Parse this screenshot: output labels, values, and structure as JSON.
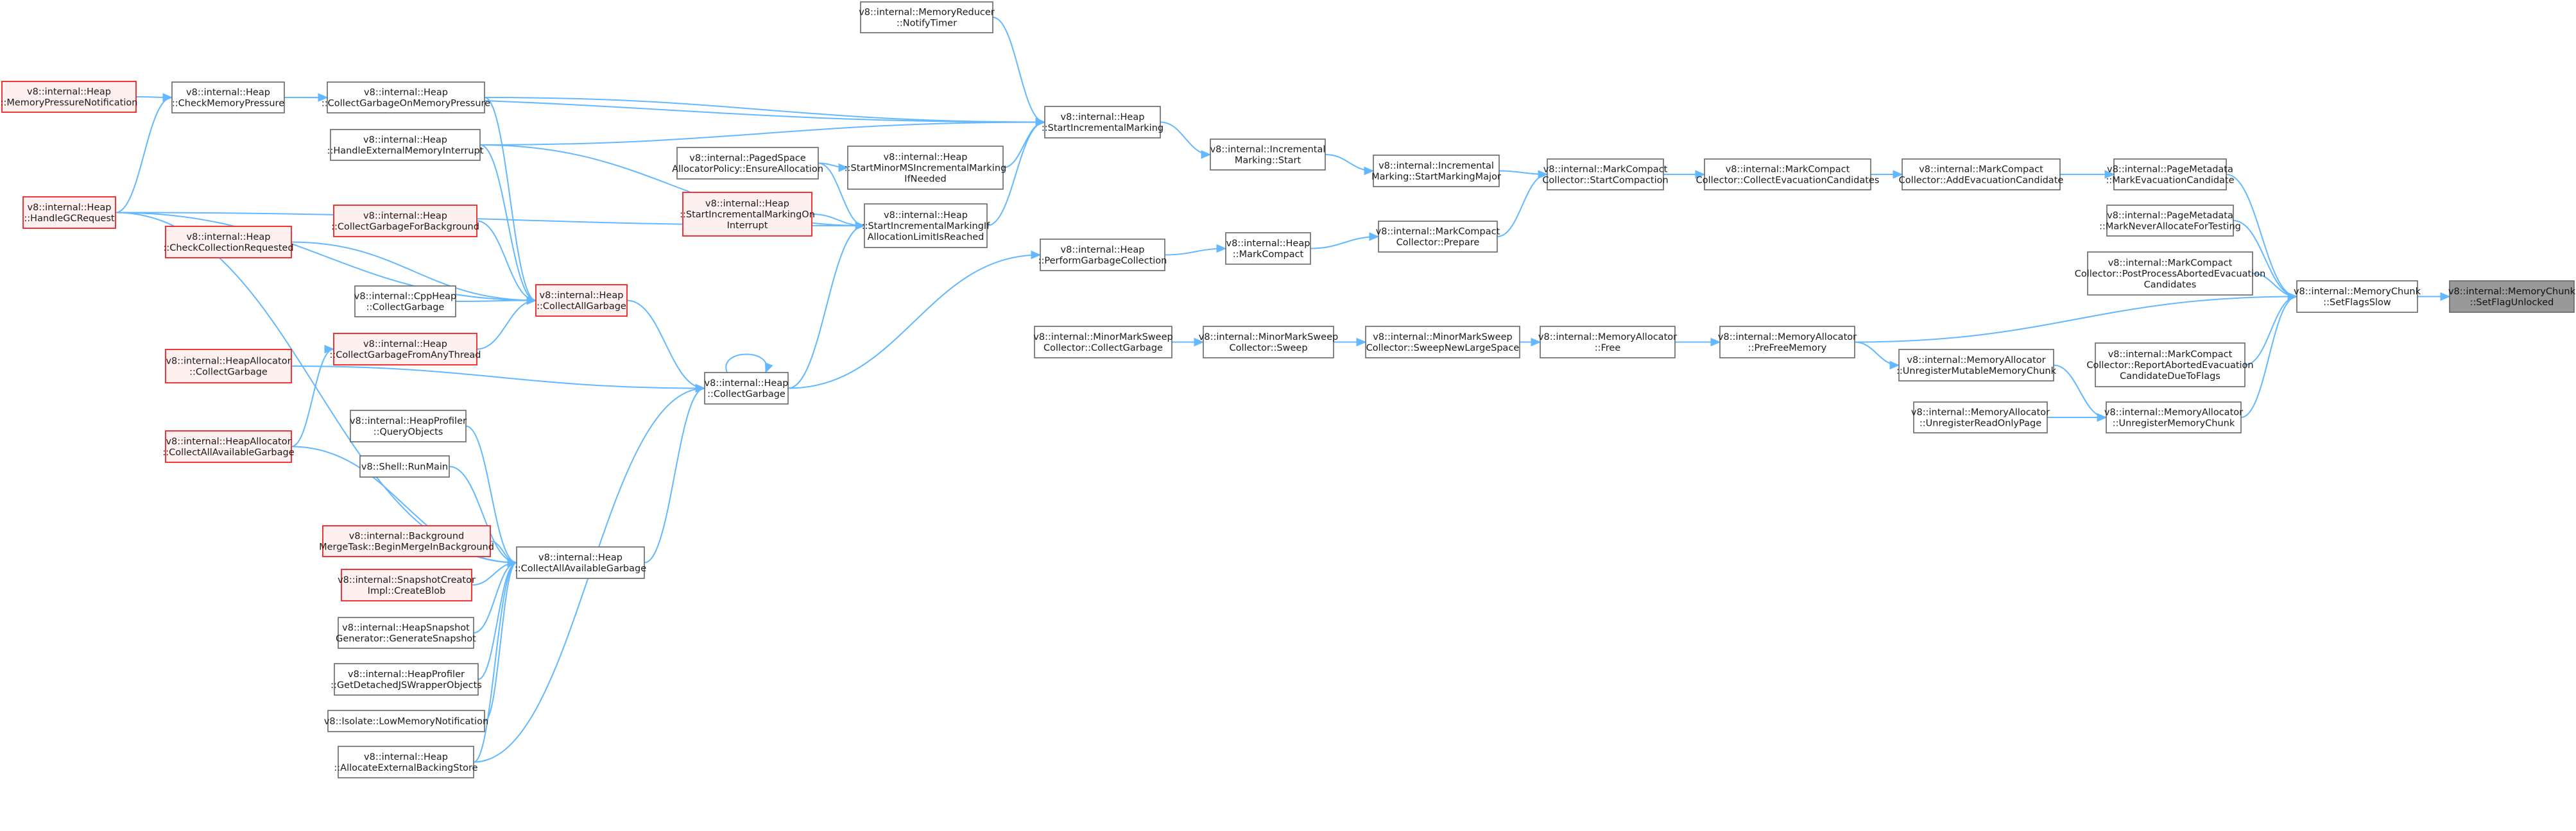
{
  "graph": {
    "nodes": [
      {
        "id": "mem_pressure_notif",
        "lines": [
          "v8::internal::Heap",
          "::MemoryPressureNotification"
        ],
        "style": "red"
      },
      {
        "id": "check_mem_pressure",
        "lines": [
          "v8::internal::Heap",
          "::CheckMemoryPressure"
        ],
        "style": "normal"
      },
      {
        "id": "collect_gc_on_mem_pressure",
        "lines": [
          "v8::internal::Heap",
          "::CollectGarbageOnMemoryPressure"
        ],
        "style": "normal"
      },
      {
        "id": "handle_gc_request",
        "lines": [
          "v8::internal::Heap",
          "::HandleGCRequest"
        ],
        "style": "red"
      },
      {
        "id": "handle_ext_mem_interrupt",
        "lines": [
          "v8::internal::Heap",
          "::HandleExternalMemoryInterrupt"
        ],
        "style": "normal"
      },
      {
        "id": "check_collection_requested",
        "lines": [
          "v8::internal::Heap",
          "::CheckCollectionRequested"
        ],
        "style": "red"
      },
      {
        "id": "collect_gc_for_background",
        "lines": [
          "v8::internal::Heap",
          "::CollectGarbageForBackground"
        ],
        "style": "red"
      },
      {
        "id": "cppheap_collect",
        "lines": [
          "v8::internal::CppHeap",
          "::CollectGarbage"
        ],
        "style": "normal"
      },
      {
        "id": "collect_all_garbage",
        "lines": [
          "v8::internal::Heap",
          "::CollectAllGarbage"
        ],
        "style": "red"
      },
      {
        "id": "heap_alloc_collect",
        "lines": [
          "v8::internal::HeapAllocator",
          "::CollectGarbage"
        ],
        "style": "red"
      },
      {
        "id": "collect_gc_from_any_thread",
        "lines": [
          "v8::internal::Heap",
          "::CollectGarbageFromAnyThread"
        ],
        "style": "red"
      },
      {
        "id": "heap_alloc_collect_all_avail",
        "lines": [
          "v8::internal::HeapAllocator",
          "::CollectAllAvailableGarbage"
        ],
        "style": "red"
      },
      {
        "id": "heap_collect_garbage",
        "lines": [
          "v8::internal::Heap",
          "::CollectGarbage"
        ],
        "style": "normal"
      },
      {
        "id": "heap_profiler_query",
        "lines": [
          "v8::internal::HeapProfiler",
          "::QueryObjects"
        ],
        "style": "normal"
      },
      {
        "id": "shell_runmain",
        "lines": [
          "v8::Shell::RunMain"
        ],
        "style": "normal"
      },
      {
        "id": "bg_merge_task",
        "lines": [
          "v8::internal::Background",
          "MergeTask::BeginMergeInBackground"
        ],
        "style": "red"
      },
      {
        "id": "collect_all_available",
        "lines": [
          "v8::internal::Heap",
          "::CollectAllAvailableGarbage"
        ],
        "style": "normal"
      },
      {
        "id": "snapshot_create_blob",
        "lines": [
          "v8::internal::SnapshotCreator",
          "Impl::CreateBlob"
        ],
        "style": "red"
      },
      {
        "id": "heap_snapshot_gen",
        "lines": [
          "v8::internal::HeapSnapshot",
          "Generator::GenerateSnapshot"
        ],
        "style": "normal"
      },
      {
        "id": "heap_profiler_detached",
        "lines": [
          "v8::internal::HeapProfiler",
          "::GetDetachedJSWrapperObjects"
        ],
        "style": "normal"
      },
      {
        "id": "isolate_low_mem",
        "lines": [
          "v8::Isolate::LowMemoryNotification"
        ],
        "style": "normal"
      },
      {
        "id": "alloc_ext_backing",
        "lines": [
          "v8::internal::Heap",
          "::AllocateExternalBackingStore"
        ],
        "style": "normal"
      },
      {
        "id": "mem_reducer_notify",
        "lines": [
          "v8::internal::MemoryReducer",
          "::NotifyTimer"
        ],
        "style": "normal"
      },
      {
        "id": "paged_space_policy",
        "lines": [
          "v8::internal::PagedSpace",
          "AllocatorPolicy::EnsureAllocation"
        ],
        "style": "normal"
      },
      {
        "id": "start_minor_ms",
        "lines": [
          "v8::internal::Heap",
          "::StartMinorMSIncrementalMarking",
          "IfNeeded"
        ],
        "style": "normal"
      },
      {
        "id": "start_inc_marking_on_interrupt",
        "lines": [
          "v8::internal::Heap",
          "::StartIncrementalMarkingOn",
          "Interrupt"
        ],
        "style": "red"
      },
      {
        "id": "start_inc_marking_if_limit",
        "lines": [
          "v8::internal::Heap",
          "::StartIncrementalMarkingIf",
          "AllocationLimitIsReached"
        ],
        "style": "normal"
      },
      {
        "id": "start_inc_marking",
        "lines": [
          "v8::internal::Heap",
          "::StartIncrementalMarking"
        ],
        "style": "normal"
      },
      {
        "id": "perform_gc",
        "lines": [
          "v8::internal::Heap",
          "::PerformGarbageCollection"
        ],
        "style": "normal"
      },
      {
        "id": "incremental_marking_start",
        "lines": [
          "v8::internal::Incremental",
          "Marking::Start"
        ],
        "style": "normal"
      },
      {
        "id": "heap_mark_compact",
        "lines": [
          "v8::internal::Heap",
          "::MarkCompact"
        ],
        "style": "normal"
      },
      {
        "id": "inc_marking_start_major",
        "lines": [
          "v8::internal::Incremental",
          "Marking::StartMarkingMajor"
        ],
        "style": "normal"
      },
      {
        "id": "mc_prepare",
        "lines": [
          "v8::internal::MarkCompact",
          "Collector::Prepare"
        ],
        "style": "normal"
      },
      {
        "id": "mc_start_compaction",
        "lines": [
          "v8::internal::MarkCompact",
          "Collector::StartCompaction"
        ],
        "style": "normal"
      },
      {
        "id": "mc_collect_evac_candidates",
        "lines": [
          "v8::internal::MarkCompact",
          "Collector::CollectEvacuationCandidates"
        ],
        "style": "normal"
      },
      {
        "id": "mc_add_evac_candidate",
        "lines": [
          "v8::internal::MarkCompact",
          "Collector::AddEvacuationCandidate"
        ],
        "style": "normal"
      },
      {
        "id": "page_meta_mark_evac",
        "lines": [
          "v8::internal::PageMetadata",
          "::MarkEvacuationCandidate"
        ],
        "style": "normal"
      },
      {
        "id": "page_meta_mark_never",
        "lines": [
          "v8::internal::PageMetadata",
          "::MarkNeverAllocateForTesting"
        ],
        "style": "normal"
      },
      {
        "id": "mc_post_process_aborted",
        "lines": [
          "v8::internal::MarkCompact",
          "Collector::PostProcessAbortedEvacuation",
          "Candidates"
        ],
        "style": "normal"
      },
      {
        "id": "mc_report_aborted",
        "lines": [
          "v8::internal::MarkCompact",
          "Collector::ReportAbortedEvacuation",
          "CandidateDueToFlags"
        ],
        "style": "normal"
      },
      {
        "id": "minor_ms_collect",
        "lines": [
          "v8::internal::MinorMarkSweep",
          "Collector::CollectGarbage"
        ],
        "style": "normal"
      },
      {
        "id": "minor_ms_sweep",
        "lines": [
          "v8::internal::MinorMarkSweep",
          "Collector::Sweep"
        ],
        "style": "normal"
      },
      {
        "id": "minor_ms_sweep_large",
        "lines": [
          "v8::internal::MinorMarkSweep",
          "Collector::SweepNewLargeSpace"
        ],
        "style": "normal"
      },
      {
        "id": "mem_alloc_free",
        "lines": [
          "v8::internal::MemoryAllocator",
          "::Free"
        ],
        "style": "normal"
      },
      {
        "id": "mem_alloc_pre_free",
        "lines": [
          "v8::internal::MemoryAllocator",
          "::PreFreeMemory"
        ],
        "style": "normal"
      },
      {
        "id": "mem_alloc_unreg_mutable",
        "lines": [
          "v8::internal::MemoryAllocator",
          "::UnregisterMutableMemoryChunk"
        ],
        "style": "normal"
      },
      {
        "id": "mem_alloc_unreg_ro",
        "lines": [
          "v8::internal::MemoryAllocator",
          "::UnregisterReadOnlyPage"
        ],
        "style": "normal"
      },
      {
        "id": "mem_alloc_unreg_chunk",
        "lines": [
          "v8::internal::MemoryAllocator",
          "::UnregisterMemoryChunk"
        ],
        "style": "normal"
      },
      {
        "id": "mem_chunk_set_flags_slow",
        "lines": [
          "v8::internal::MemoryChunk",
          "::SetFlagsSlow"
        ],
        "style": "normal"
      },
      {
        "id": "mem_chunk_set_flag_unlocked",
        "lines": [
          "v8::internal::MemoryChunk",
          "::SetFlagUnlocked"
        ],
        "style": "target"
      }
    ],
    "edges": [
      [
        "mem_pressure_notif",
        "check_mem_pressure"
      ],
      [
        "check_mem_pressure",
        "collect_gc_on_mem_pressure"
      ],
      [
        "check_mem_pressure",
        "start_inc_marking"
      ],
      [
        "handle_gc_request",
        "check_mem_pressure"
      ],
      [
        "handle_gc_request",
        "collect_all_garbage"
      ],
      [
        "handle_gc_request",
        "start_inc_marking_if_limit"
      ],
      [
        "handle_gc_request",
        "collect_all_available"
      ],
      [
        "collect_gc_on_mem_pressure",
        "start_inc_marking"
      ],
      [
        "collect_gc_on_mem_pressure",
        "collect_all_garbage"
      ],
      [
        "handle_ext_mem_interrupt",
        "start_inc_marking"
      ],
      [
        "handle_ext_mem_interrupt",
        "collect_all_garbage"
      ],
      [
        "handle_ext_mem_interrupt",
        "start_inc_marking_if_limit"
      ],
      [
        "check_collection_requested",
        "collect_all_garbage"
      ],
      [
        "collect_gc_for_background",
        "collect_all_garbage"
      ],
      [
        "cppheap_collect",
        "collect_all_garbage"
      ],
      [
        "collect_gc_from_any_thread",
        "collect_all_garbage"
      ],
      [
        "heap_alloc_collect_all_avail",
        "collect_gc_from_any_thread"
      ],
      [
        "heap_alloc_collect_all_avail",
        "collect_all_available"
      ],
      [
        "heap_alloc_collect",
        "heap_collect_garbage"
      ],
      [
        "collect_all_garbage",
        "heap_collect_garbage"
      ],
      [
        "heap_collect_garbage",
        "heap_collect_garbage"
      ],
      [
        "heap_collect_garbage",
        "start_inc_marking_if_limit"
      ],
      [
        "heap_collect_garbage",
        "perform_gc"
      ],
      [
        "heap_profiler_query",
        "collect_all_available"
      ],
      [
        "shell_runmain",
        "collect_all_available"
      ],
      [
        "bg_merge_task",
        "collect_all_available"
      ],
      [
        "snapshot_create_blob",
        "collect_all_available"
      ],
      [
        "heap_snapshot_gen",
        "collect_all_available"
      ],
      [
        "heap_profiler_detached",
        "collect_all_available"
      ],
      [
        "isolate_low_mem",
        "collect_all_available"
      ],
      [
        "alloc_ext_backing",
        "collect_all_available"
      ],
      [
        "alloc_ext_backing",
        "heap_collect_garbage"
      ],
      [
        "collect_all_available",
        "heap_collect_garbage"
      ],
      [
        "mem_reducer_notify",
        "start_inc_marking"
      ],
      [
        "paged_space_policy",
        "start_minor_ms"
      ],
      [
        "paged_space_policy",
        "start_inc_marking_if_limit"
      ],
      [
        "start_inc_marking_on_interrupt",
        "start_inc_marking_if_limit"
      ],
      [
        "start_minor_ms",
        "start_inc_marking"
      ],
      [
        "start_inc_marking_if_limit",
        "start_inc_marking"
      ],
      [
        "start_inc_marking",
        "incremental_marking_start"
      ],
      [
        "incremental_marking_start",
        "inc_marking_start_major"
      ],
      [
        "inc_marking_start_major",
        "mc_start_compaction"
      ],
      [
        "perform_gc",
        "heap_mark_compact"
      ],
      [
        "heap_mark_compact",
        "mc_prepare"
      ],
      [
        "mc_prepare",
        "mc_start_compaction"
      ],
      [
        "mc_start_compaction",
        "mc_collect_evac_candidates"
      ],
      [
        "mc_collect_evac_candidates",
        "mc_add_evac_candidate"
      ],
      [
        "mc_add_evac_candidate",
        "page_meta_mark_evac"
      ],
      [
        "page_meta_mark_evac",
        "mem_chunk_set_flags_slow"
      ],
      [
        "page_meta_mark_never",
        "mem_chunk_set_flags_slow"
      ],
      [
        "mc_post_process_aborted",
        "mem_chunk_set_flags_slow"
      ],
      [
        "mc_report_aborted",
        "mem_chunk_set_flags_slow"
      ],
      [
        "minor_ms_collect",
        "minor_ms_sweep"
      ],
      [
        "minor_ms_sweep",
        "minor_ms_sweep_large"
      ],
      [
        "minor_ms_sweep_large",
        "mem_alloc_free"
      ],
      [
        "mem_alloc_free",
        "mem_alloc_pre_free"
      ],
      [
        "mem_alloc_pre_free",
        "mem_chunk_set_flags_slow"
      ],
      [
        "mem_alloc_pre_free",
        "mem_alloc_unreg_mutable"
      ],
      [
        "mem_alloc_unreg_mutable",
        "mem_alloc_unreg_chunk"
      ],
      [
        "mem_alloc_unreg_ro",
        "mem_alloc_unreg_chunk"
      ],
      [
        "mem_alloc_unreg_chunk",
        "mem_chunk_set_flags_slow"
      ],
      [
        "mem_chunk_set_flags_slow",
        "mem_chunk_set_flag_unlocked"
      ]
    ]
  }
}
